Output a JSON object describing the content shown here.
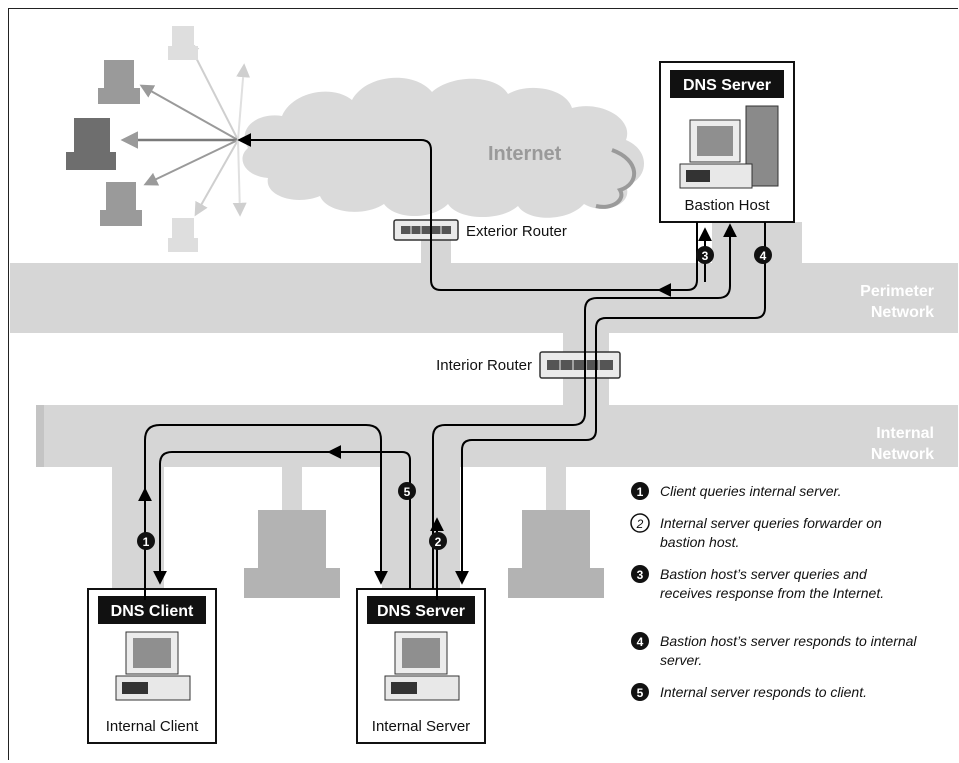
{
  "internet_label": "Internet",
  "exterior_router_label": "Exterior Router",
  "interior_router_label": "Interior Router",
  "perimeter_network_label": [
    "Perimeter",
    "Network"
  ],
  "internal_network_label": [
    "Internal",
    "Network"
  ],
  "bastion": {
    "title": "DNS Server",
    "caption": "Bastion Host"
  },
  "client": {
    "title": "DNS Client",
    "caption": "Internal Client"
  },
  "internal_server": {
    "title": "DNS Server",
    "caption": "Internal Server"
  },
  "step_markers": [
    "1",
    "2",
    "3",
    "4",
    "5"
  ],
  "legend": [
    {
      "num": "1",
      "style": "filled",
      "lines": [
        "Client queries internal server."
      ]
    },
    {
      "num": "2",
      "style": "outline",
      "lines": [
        "Internal server queries forwarder on",
        "bastion host."
      ]
    },
    {
      "num": "3",
      "style": "filled",
      "lines": [
        "Bastion host’s server queries and",
        "receives response from the Internet."
      ]
    },
    {
      "num": "4",
      "style": "filled",
      "lines": [
        "Bastion host’s server responds to internal",
        "server."
      ]
    },
    {
      "num": "5",
      "style": "filled",
      "lines": [
        "Internal server responds to client."
      ]
    }
  ]
}
